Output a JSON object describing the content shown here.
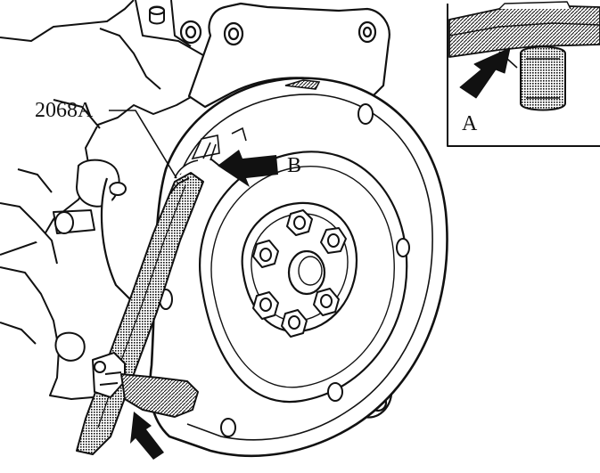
{
  "figure": {
    "labels": {
      "tool": "2068A",
      "callout_b": "B",
      "callout_a": "A"
    },
    "colors": {
      "ink": "#111111",
      "paper": "#ffffff",
      "shade": "#3a3a3a"
    },
    "icons": [
      "flywheel-icon",
      "arrow-icon",
      "locking-tool-icon",
      "engine-block-icon",
      "ring-gear-icon"
    ]
  }
}
